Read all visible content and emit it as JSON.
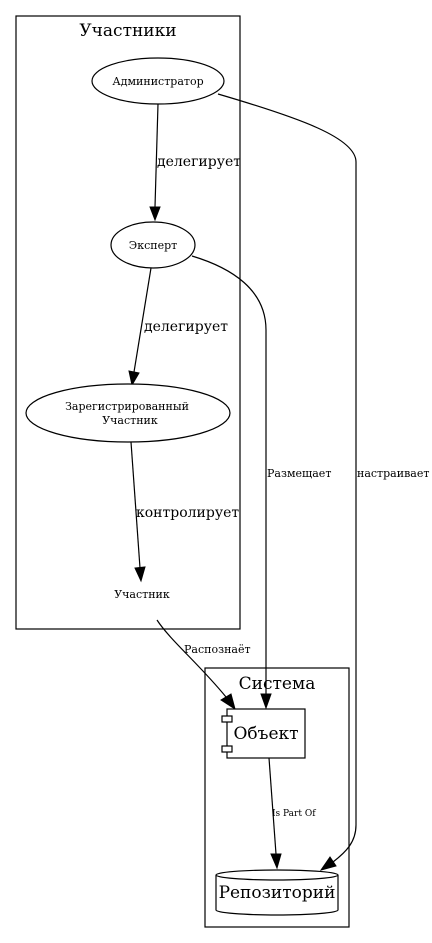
{
  "clusters": {
    "participants": {
      "label": "Участники"
    },
    "system": {
      "label": "Система"
    }
  },
  "nodes": {
    "administrator": "Администратор",
    "expert": "Эксперт",
    "registered_line1": "Зарегистрированный",
    "registered_line2": "Участник",
    "participant": "Участник",
    "object": "Объект",
    "repository": "Репозиторий"
  },
  "edges": {
    "admin_to_expert": "делегирует",
    "expert_to_registered": "делегирует",
    "registered_to_participant": "контролирует",
    "participant_to_object": "Распознаёт",
    "expert_to_object": "Размещает",
    "admin_to_repository": "настраивает",
    "object_to_repository": "Is Part Of"
  }
}
